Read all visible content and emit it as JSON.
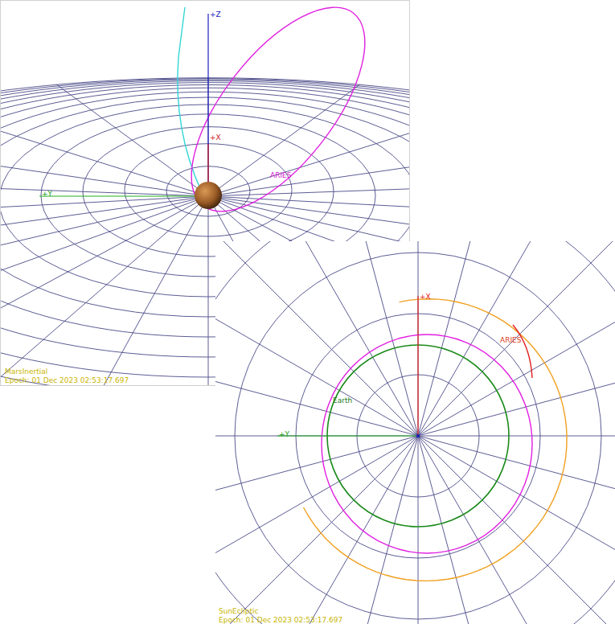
{
  "diagram": {
    "labels": [
      "+Z",
      "+X",
      "+Y",
      "ARIES",
      "MarsInertial",
      "Epoch: 01 Dec 2023 02:53:17.697",
      "+X",
      "+Y",
      "ARIES",
      "Earth",
      "SunEcliptic",
      "Epoch: 01 Dec 2023 02:53:17.697"
    ]
  }
}
